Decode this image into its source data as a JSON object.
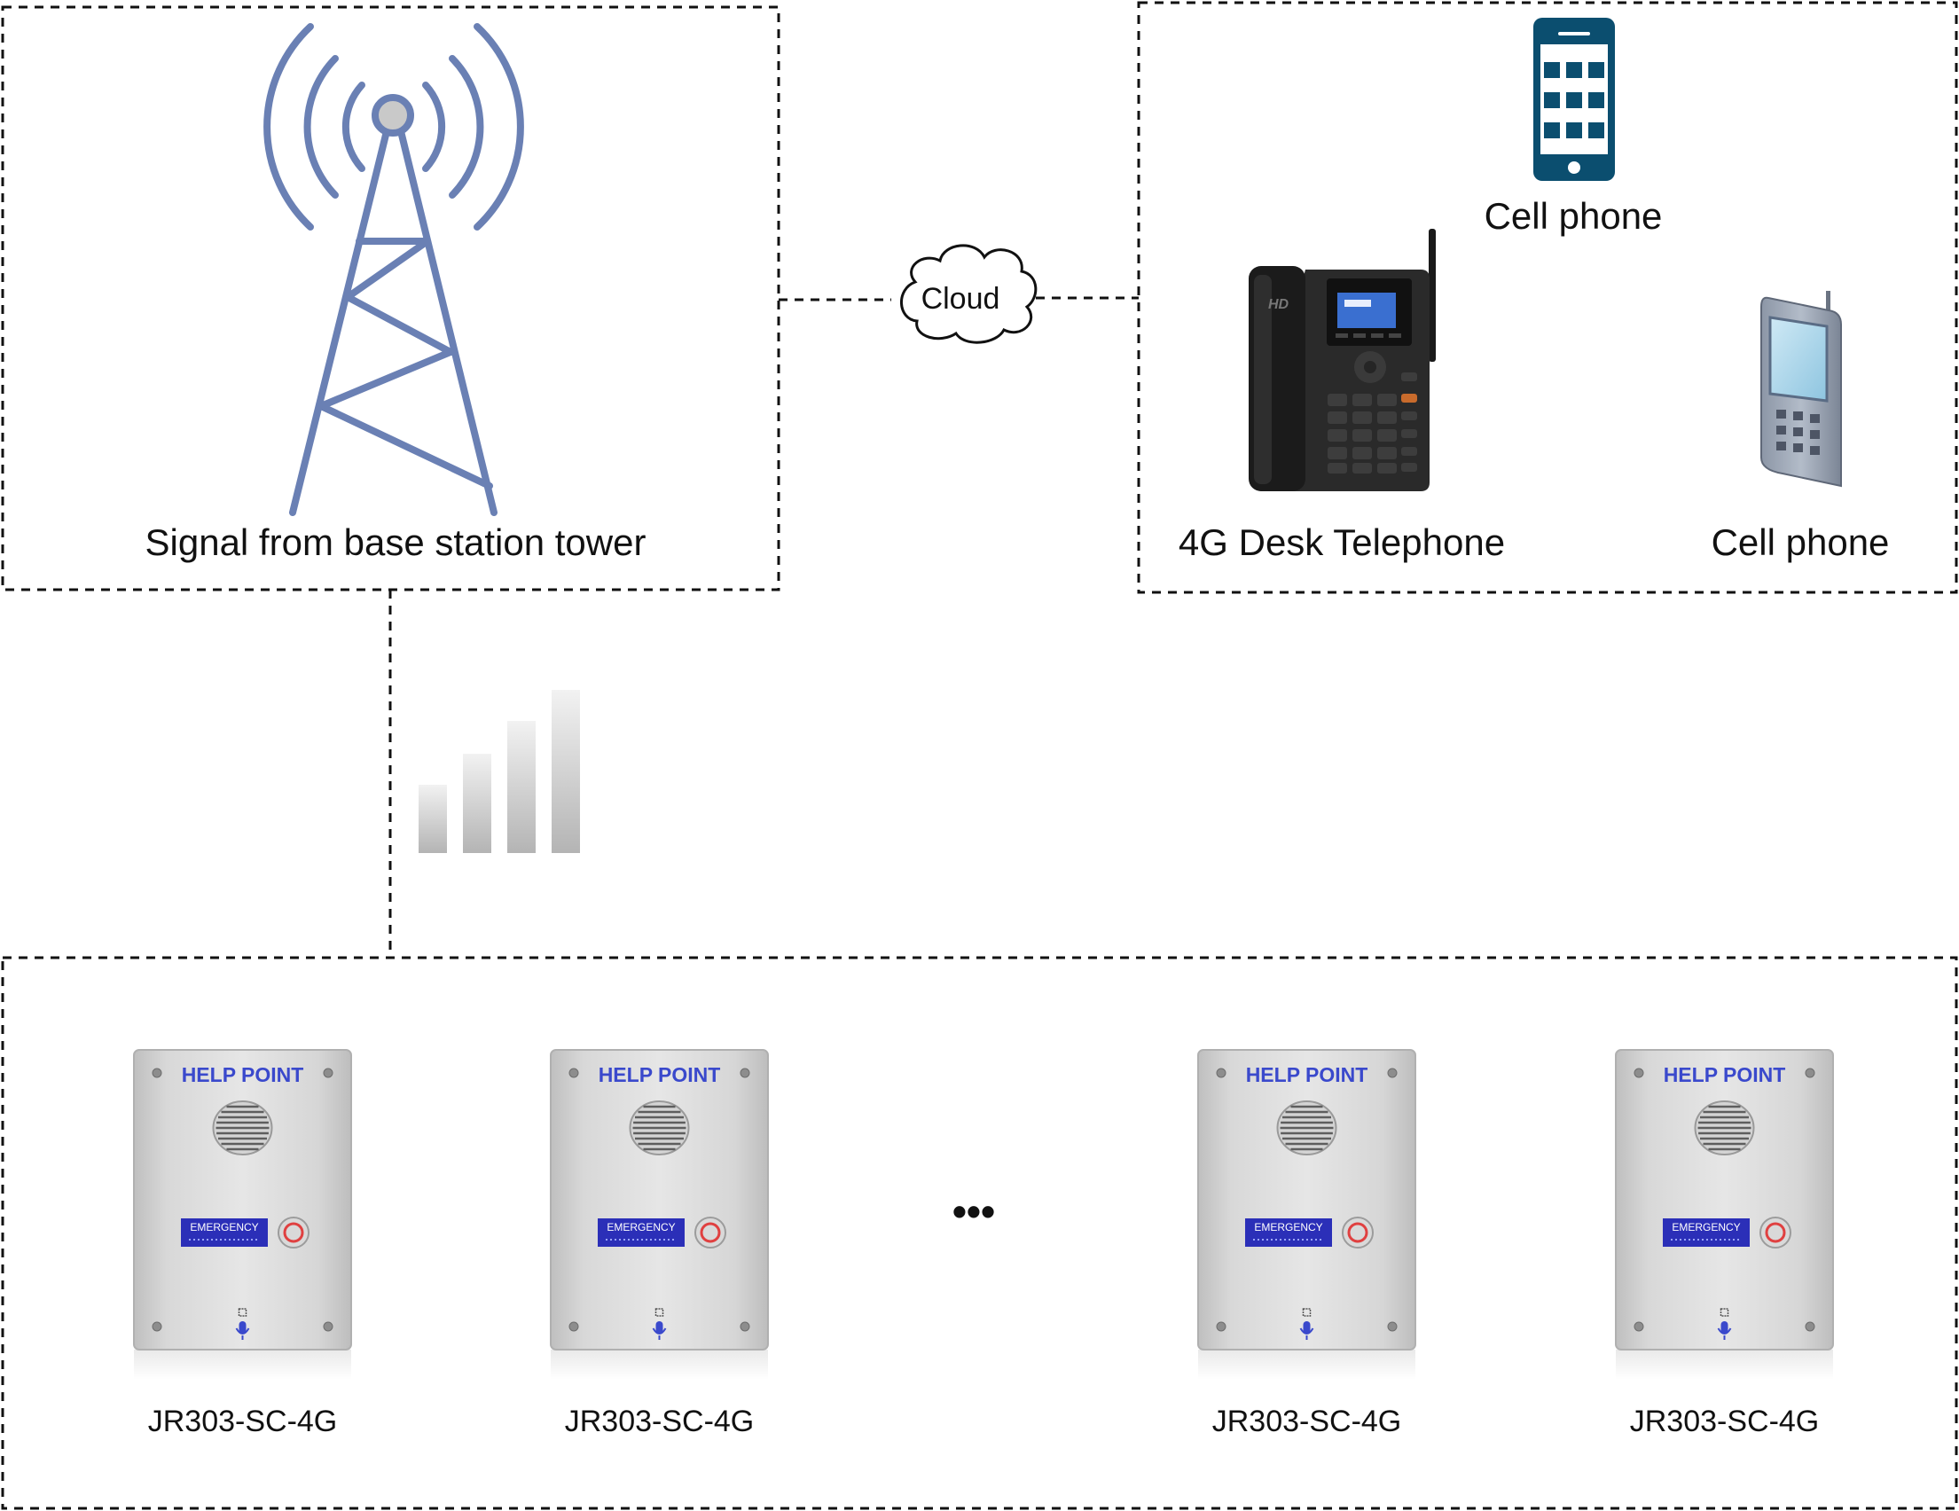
{
  "tower": {
    "label": "Signal from base station tower",
    "color": "#6a80b4",
    "icon": "radio-tower-icon"
  },
  "cloud": {
    "label": "Cloud"
  },
  "destinations": {
    "cell_phone_top": {
      "label": "Cell phone",
      "icon": "smartphone-icon",
      "color": "#0b4e6f"
    },
    "desk_phone": {
      "label": "4G Desk Telephone",
      "icon": "desk-telephone-icon"
    },
    "cell_phone_right": {
      "label": "Cell phone",
      "icon": "mobile-phone-icon"
    }
  },
  "signal": {
    "icon": "signal-strength-icon",
    "bars": 4
  },
  "help_points": {
    "panel_title": "HELP POINT",
    "button_label": "EMERGENCY",
    "accent": "#3a49cc",
    "button_color": "#2b2fb8",
    "ring_color": "#e04040",
    "models": [
      "JR303-SC-4G",
      "JR303-SC-4G",
      "JR303-SC-4G",
      "JR303-SC-4G"
    ]
  },
  "ellipsis": "•••"
}
